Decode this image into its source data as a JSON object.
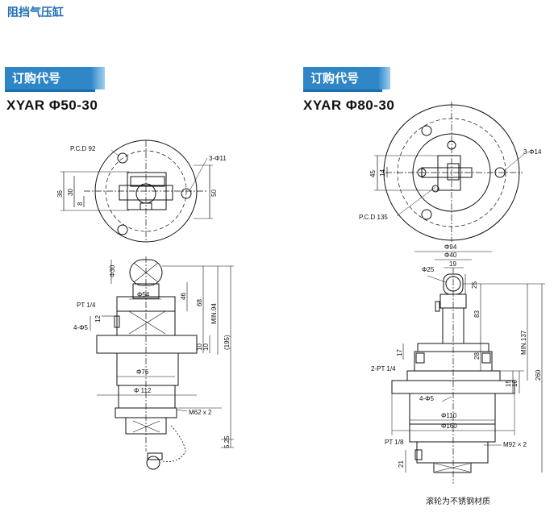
{
  "page": {
    "title": "阻挡气压缸",
    "accent_color": "#1f6fb8",
    "badge_color": "#2f86c6",
    "line_color": "#111111"
  },
  "badge_label": "订购代号",
  "left": {
    "model": "XYAR Φ50-30",
    "top_view": {
      "pcd": "P.C.D 92",
      "holes": "3-Φ11",
      "dims": [
        "36",
        "30",
        "8",
        "50"
      ]
    },
    "side_view": {
      "dims_left": [
        "Φ30",
        "PT 1/4",
        "12",
        "4-Φ5"
      ],
      "dims_right": [
        "46",
        "68",
        "MIN.94",
        "(195)",
        "10",
        "10",
        "5.25"
      ],
      "diameters": [
        "Φ54",
        "Φ76",
        "Φ 112"
      ],
      "thread": "M62 x 2"
    }
  },
  "right": {
    "model": "XYAR Φ80-30",
    "top_view": {
      "pcd": "P.C.D 135",
      "holes": "3-Φ14",
      "dims": [
        "45",
        "14"
      ]
    },
    "side_view": {
      "diameters_top": [
        "Φ94",
        "Φ40",
        "19",
        "Φ25"
      ],
      "dims_right": [
        "25",
        "83",
        "28",
        "MIN.137",
        "260",
        "15",
        "10"
      ],
      "dims_left": [
        "17",
        "2-PT 1/4",
        "4-Φ5",
        "PT 1/8",
        "21"
      ],
      "diameters": [
        "Φ110",
        "Φ160"
      ],
      "thread": "M92 × 2"
    }
  },
  "footnote": "滚轮为不锈钢材质"
}
